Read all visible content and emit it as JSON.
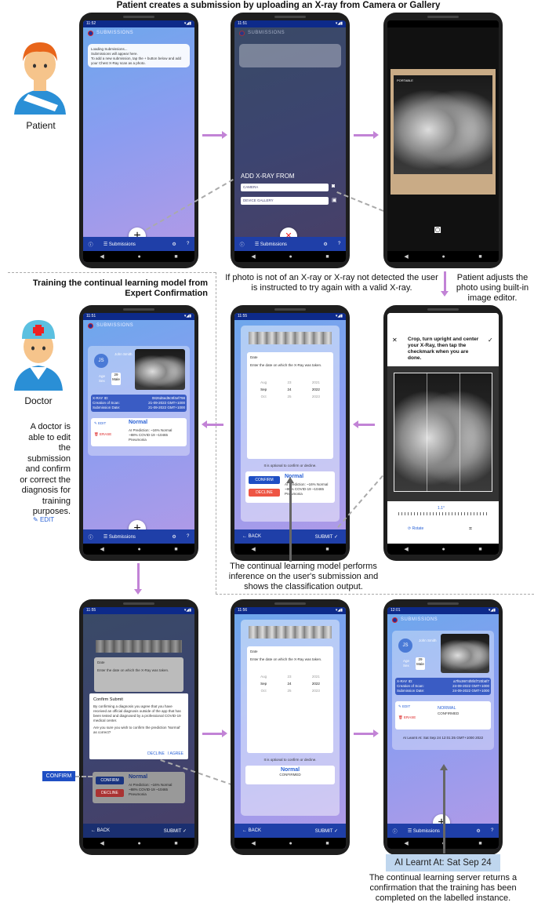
{
  "captions": {
    "top_title": "Patient creates a submission by uploading an X-ray from Camera or Gallery",
    "patient": "Patient",
    "training_title": "Training the continual learning model from Expert Confirmation",
    "doctor": "Doctor",
    "doctor_desc": "A doctor is able to edit the submission and confirm or correct the diagnosis for training purposes.",
    "doctor_edit": "EDIT",
    "not_xray": "If photo is not of an X-ray or X-ray not detected the user is instructed to try again with a valid X-ray.",
    "adjust": "Patient adjusts the photo using built-in image editor.",
    "inference": "The continual learning model performs inference on the user's submission and shows the classification output.",
    "confirm_badge": "CONFIRM",
    "ai_learnt": "AI Learnt At: Sat Sep 24",
    "server_returns": "The continual learning server returns a confirmation that the training has been completed on the labelled instance."
  },
  "phones": {
    "p1": {
      "time": "11:52",
      "title": "SUBMISSIONS",
      "loading": "Loading Submissions...",
      "msg1": "Submissions will appear here.",
      "msg2": "To add a new submission, tap the + button below and add your Chest X-Ray scan as a photo.",
      "nav_label": "Submissions"
    },
    "p2": {
      "time": "11:51",
      "title": "SUBMISSIONS",
      "add_from": "ADD X-RAY FROM",
      "camera": "CAMERA",
      "gallery": "DEVICE GALLERY",
      "nav_label": "Submissions"
    },
    "p3": {
      "label": "PORTABLE"
    },
    "p4": {
      "time": "11:51",
      "title": "SUBMISSIONS",
      "initials": "JS",
      "name": "John Smith",
      "age_label": "Age",
      "sex_label": "Sex",
      "age": "29",
      "sex": "Male",
      "xray_id_label": "X-RAY ID:",
      "xray_id": "0826d6ed9c9f4ef798",
      "creation_label": "Creation of Scan:",
      "creation_val": "21-09-2022 GMT+1000",
      "submission_label": "Submission Date:",
      "submission_val": "21-09-2022 GMT+1000",
      "edit": "EDIT",
      "erase": "ERASE",
      "result": "Normal",
      "prediction": "AI Prediction: ~16% Normal ~88% COVID-19 ~10465 Pneumonia",
      "nav_label": "Submissions"
    },
    "p5": {
      "time": "11:55",
      "date_title": "Date",
      "instruction": "Enter the date on which the X-Ray was taken.",
      "months": [
        "Aug",
        "Sep",
        "Oct"
      ],
      "days": [
        "23",
        "24",
        "25"
      ],
      "years": [
        "2021",
        "2022",
        "2023"
      ],
      "optional": "It is optional to confirm or decline.",
      "confirm": "CONFIRM",
      "decline": "DECLINE",
      "result": "Normal",
      "prediction": "AI Prediction: ~16% Normal ~88% COVID-19 ~10465 Pneumonia",
      "back": "BACK",
      "submit": "SUBMIT"
    },
    "p6": {
      "instruction": "Crop, turn upright and center your X-Ray, then tap the checkmark when you are done.",
      "angle": "1.1°",
      "rotate": "Rotate"
    },
    "p7": {
      "time": "11:55",
      "date_title": "Date",
      "instruction": "Enter the date on which the X-Ray was taken.",
      "dialog_title": "Confirm Submit",
      "dialog_body": "By confirming a diagnosis you agree that you have received an official diagnosis outside of the app that has been tested and diagnosed by a professional COVID-19 medical center.",
      "dialog_question": "Are you sure you wish to confirm the prediction 'Normal' as correct?",
      "decline": "DECLINE",
      "agree": "I AGREE",
      "confirm": "CONFIRM",
      "decline2": "DECLINE",
      "result": "Normal",
      "prediction": "AI Prediction: ~16% Normal ~88% COVID-19 ~10465 Pneumonia",
      "back": "BACK",
      "submit": "SUBMIT"
    },
    "p8": {
      "time": "11:56",
      "date_title": "Date",
      "instruction": "Enter the date on which the X-Ray was taken.",
      "months": [
        "Aug",
        "Sep",
        "Oct"
      ],
      "days": [
        "23",
        "24",
        "25"
      ],
      "years": [
        "2021",
        "2022",
        "2023"
      ],
      "optional": "It is optional to confirm or decline.",
      "result": "Normal",
      "status": "CONFIRMED",
      "back": "BACK",
      "submit": "SUBMIT"
    },
    "p9": {
      "time": "12:01",
      "title": "SUBMISSIONS",
      "initials": "JS",
      "name": "John Smith",
      "age_label": "Age",
      "sex_label": "Sex",
      "age": "29",
      "sex": "Male",
      "xray_id_label": "X-RAY ID:",
      "xray_id": "a7f6c9974f8f4f720b6f7",
      "creation_label": "Creation of Scan:",
      "creation_val": "24-09-2022 GMT+1000",
      "submission_label": "Submission Date:",
      "submission_val": "24-09-2022 GMT+1000",
      "edit": "EDIT",
      "erase": "ERASE",
      "result": "NORMAL",
      "status": "CONFIRMED",
      "learnt": "AI Learnt At: Sat Sep 24 12:01:35 GMT+1000 2022",
      "nav_label": "Submissions"
    }
  }
}
